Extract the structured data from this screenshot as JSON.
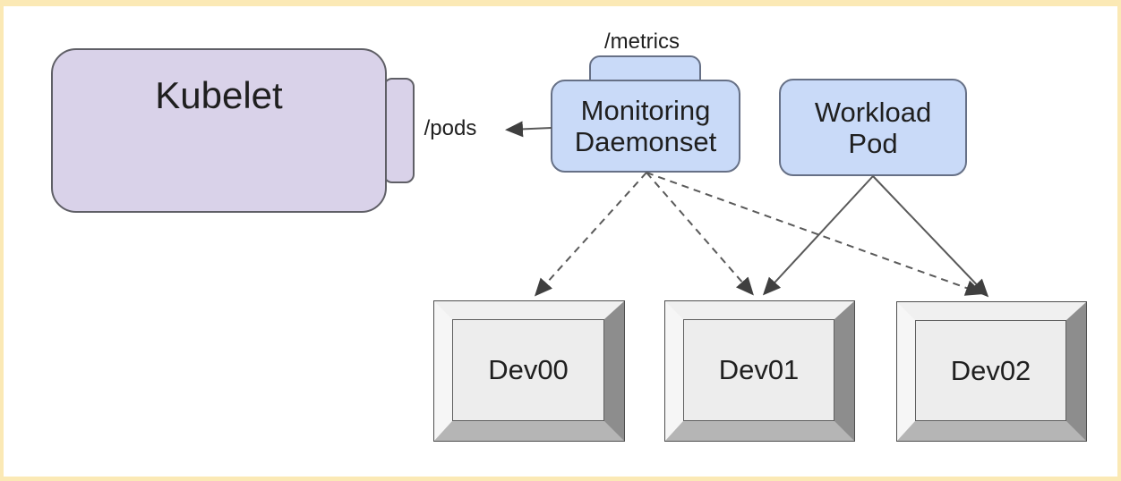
{
  "colors": {
    "frame_yellow": "#fbe9b5",
    "lavender_fill": "#d9d2e9",
    "lavender_border": "#5f5f66",
    "blue_fill": "#c9daf8",
    "blue_border": "#667086",
    "line_gray": "#595959",
    "arrow_dark": "#3f3f3f",
    "text_dark": "#1f1f1f"
  },
  "diagram": {
    "kubelet": {
      "label": "Kubelet"
    },
    "endpoints": {
      "pods": "/pods",
      "metrics": "/metrics"
    },
    "monitoring_daemonset": {
      "label": "Monitoring\nDaemonset"
    },
    "workload_pod": {
      "label": "Workload\nPod"
    },
    "devices": [
      {
        "id": "dev00",
        "label": "Dev00"
      },
      {
        "id": "dev01",
        "label": "Dev01"
      },
      {
        "id": "dev02",
        "label": "Dev02"
      }
    ],
    "edges": [
      {
        "from": "monitoring_daemonset",
        "to": "pods_endpoint",
        "style": "solid"
      },
      {
        "from": "monitoring_daemonset",
        "to": "dev00",
        "style": "dashed"
      },
      {
        "from": "monitoring_daemonset",
        "to": "dev01",
        "style": "dashed"
      },
      {
        "from": "monitoring_daemonset",
        "to": "dev02",
        "style": "dashed"
      },
      {
        "from": "workload_pod",
        "to": "dev01",
        "style": "solid"
      },
      {
        "from": "workload_pod",
        "to": "dev02",
        "style": "solid"
      }
    ]
  }
}
